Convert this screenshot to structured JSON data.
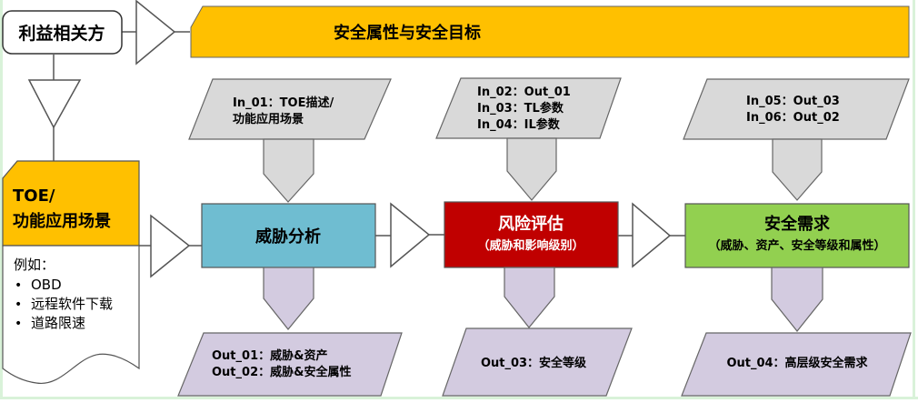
{
  "colors": {
    "background": "#ffffff",
    "border_green": "#d9f2d9",
    "stroke": "#555555",
    "yellow": "#ffc000",
    "blue": "#6fbdd1",
    "red": "#c00000",
    "green": "#92d050",
    "input_gray": "#d9d9d9",
    "output_purple": "#d3cbe0",
    "text_dark": "#000000",
    "text_light": "#ffffff"
  },
  "stakeholder": {
    "label": "利益相关方"
  },
  "goal": {
    "label": "安全属性与安全目标"
  },
  "toe": {
    "title_line1": "TOE/",
    "title_line2": "功能应用场景",
    "examples_heading": "例如：",
    "examples": [
      "OBD",
      "远程软件下载",
      "道路限速"
    ],
    "bullet": "•"
  },
  "inputs": [
    {
      "lines": [
        "In_01：TOE描述/",
        "功能应用场景"
      ]
    },
    {
      "lines": [
        "In_02：Out_01",
        "In_03：TL参数",
        "In_04：IL参数"
      ]
    },
    {
      "lines": [
        "In_05：Out_03",
        "In_06：Out_02"
      ]
    }
  ],
  "processes": [
    {
      "title": "威胁分析",
      "subtitle": ""
    },
    {
      "title": "风险评估",
      "subtitle": "（威胁和影响级别）"
    },
    {
      "title": "安全需求",
      "subtitle": "（威胁、资产、安全等级和属性）"
    }
  ],
  "outputs": [
    {
      "lines": [
        "Out_01：威胁&资产",
        "Out_02：威胁&安全属性"
      ]
    },
    {
      "lines": [
        "Out_03：安全等级"
      ]
    },
    {
      "lines": [
        "Out_04：高层级安全需求"
      ]
    }
  ]
}
